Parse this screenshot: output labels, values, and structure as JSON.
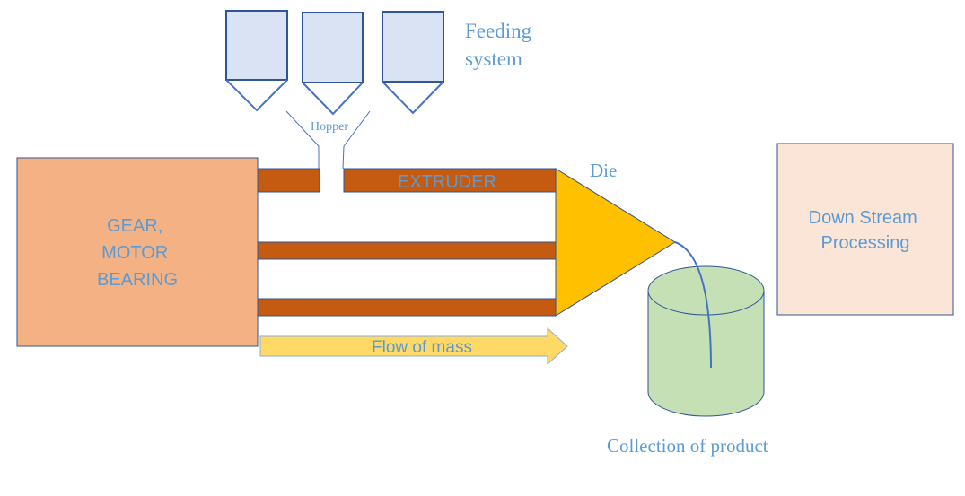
{
  "labels": {
    "feeding_line1": "Feeding",
    "feeding_line2": "system",
    "hopper": "Hopper",
    "extruder": "EXTRUDER",
    "die": "Die",
    "gear_line1": "GEAR,",
    "gear_line2": "MOTOR",
    "gear_line3": "BEARING",
    "flow": "Flow of mass",
    "downstream_line1": "Down Stream",
    "downstream_line2": "Processing",
    "collection": "Collection of product"
  },
  "colors": {
    "text": "#5B9BD5",
    "gear_box": "#F4B183",
    "barrel": "#C55A11",
    "die": "#FFC000",
    "flow_arrow": "#FFD966",
    "hopper_bins": "#DAE3F3",
    "collector": "#C5E0B4",
    "downstream_box": "#FBE5D6",
    "outline": "#2F5597"
  }
}
